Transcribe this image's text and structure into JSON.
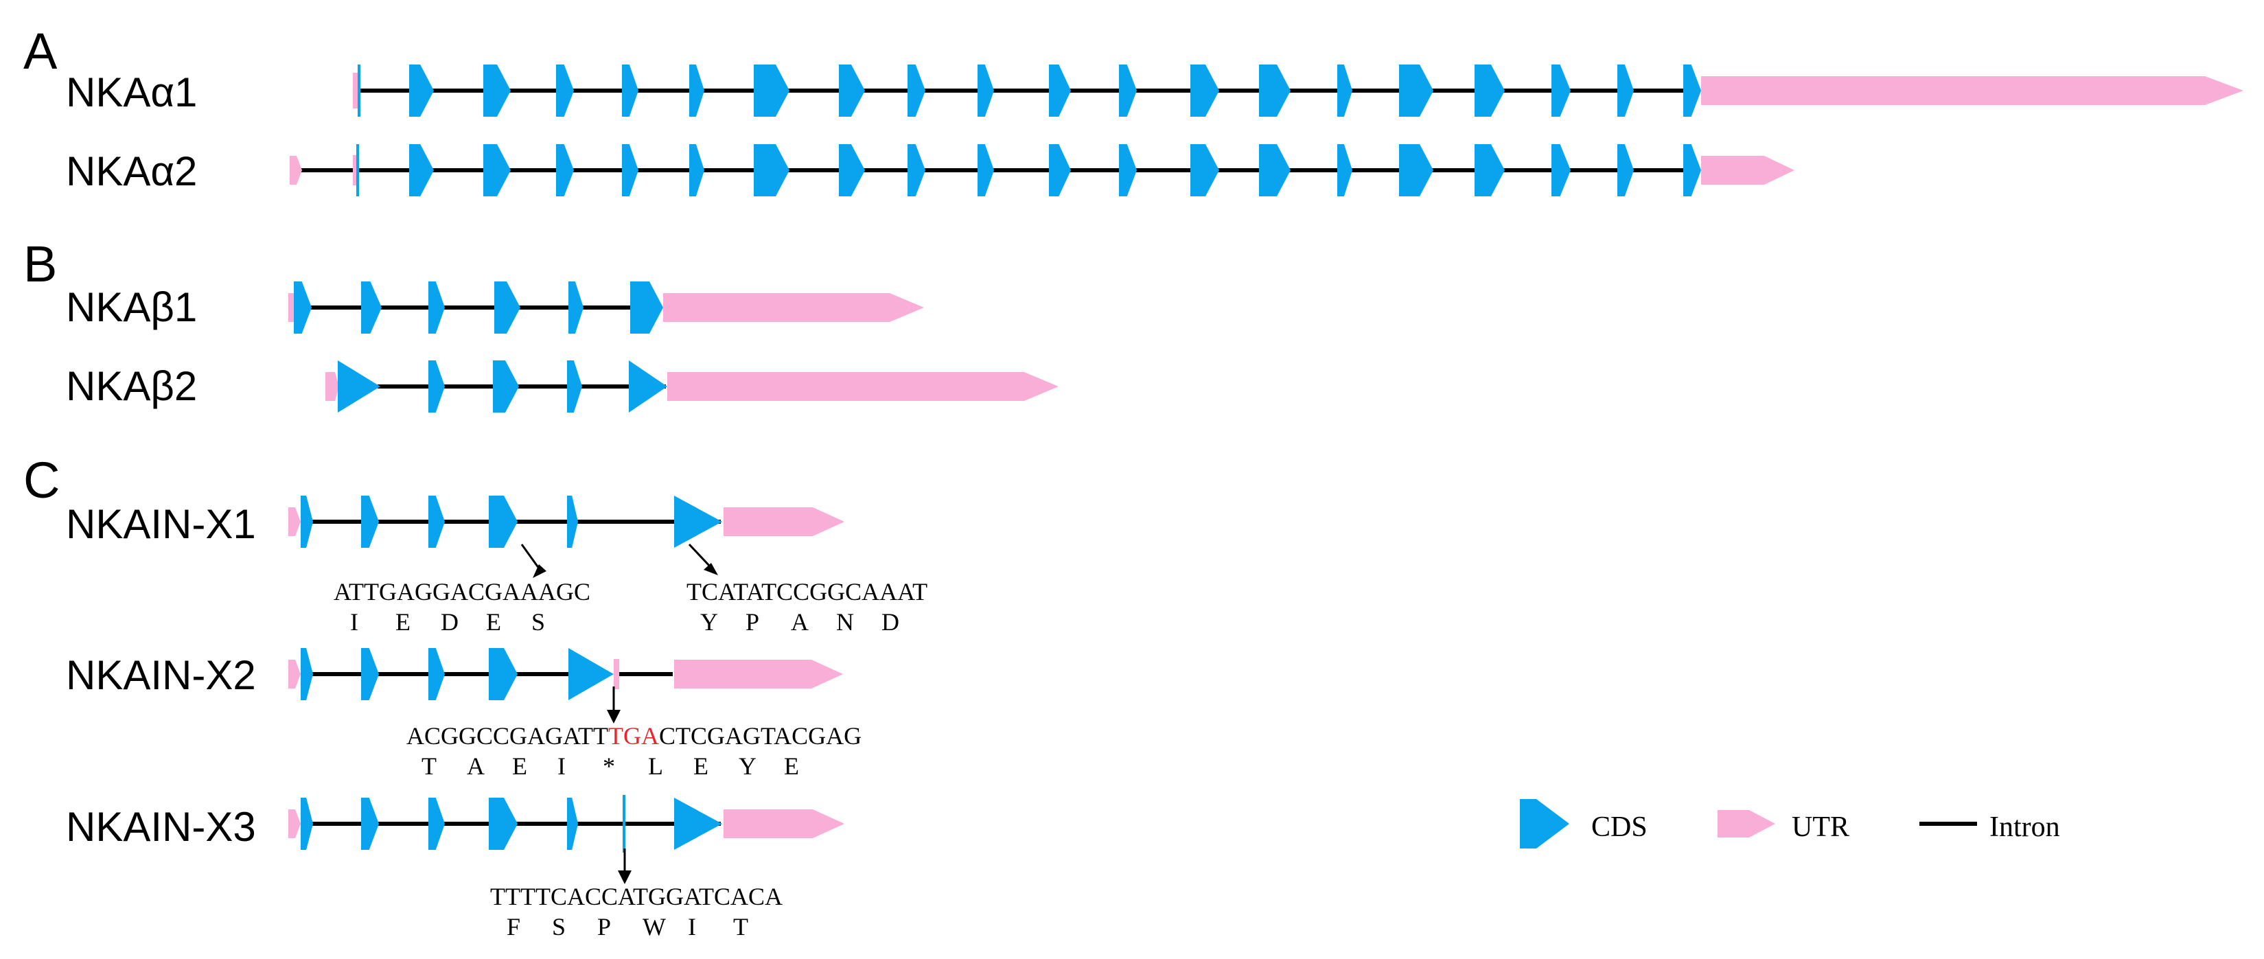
{
  "colors": {
    "cds": "#0aa3ee",
    "utr": "#f9aed8",
    "intron": "#000000",
    "highlight": "#e8262b"
  },
  "panels": [
    {
      "label": "A"
    },
    {
      "label": "B"
    },
    {
      "label": "C"
    }
  ],
  "genes": [
    {
      "name": "NKAα1"
    },
    {
      "name": "NKAα2"
    },
    {
      "name": "NKAβ1"
    },
    {
      "name": "NKAβ2"
    },
    {
      "name": "NKAIN-X1"
    },
    {
      "name": "NKAIN-X2"
    },
    {
      "name": "NKAIN-X3"
    }
  ],
  "annotations": {
    "x1_left": {
      "seq": "ATTGAGGACGAAAGC",
      "aa": [
        "I",
        "E",
        "D",
        "E",
        "S"
      ]
    },
    "x1_right": {
      "seq": "TCATATCCGGCAAAT",
      "aa": [
        "Y",
        "P",
        "A",
        "N",
        "D"
      ]
    },
    "x2": {
      "seq_before": "ACGGCCGAGATT",
      "seq_stop": "TGA",
      "seq_after": "CTCGAGTACGAG",
      "aa": [
        "T",
        "A",
        "E",
        "I",
        "*",
        "L",
        "E",
        "Y",
        "E"
      ]
    },
    "x3": {
      "seq": "TTTTCACCATGGATCACA",
      "aa": [
        "F",
        "S",
        "P",
        "W",
        "I",
        "T"
      ]
    }
  },
  "legend": {
    "cds_label": "CDS",
    "utr_label": "UTR",
    "intron_label": "Intron"
  }
}
